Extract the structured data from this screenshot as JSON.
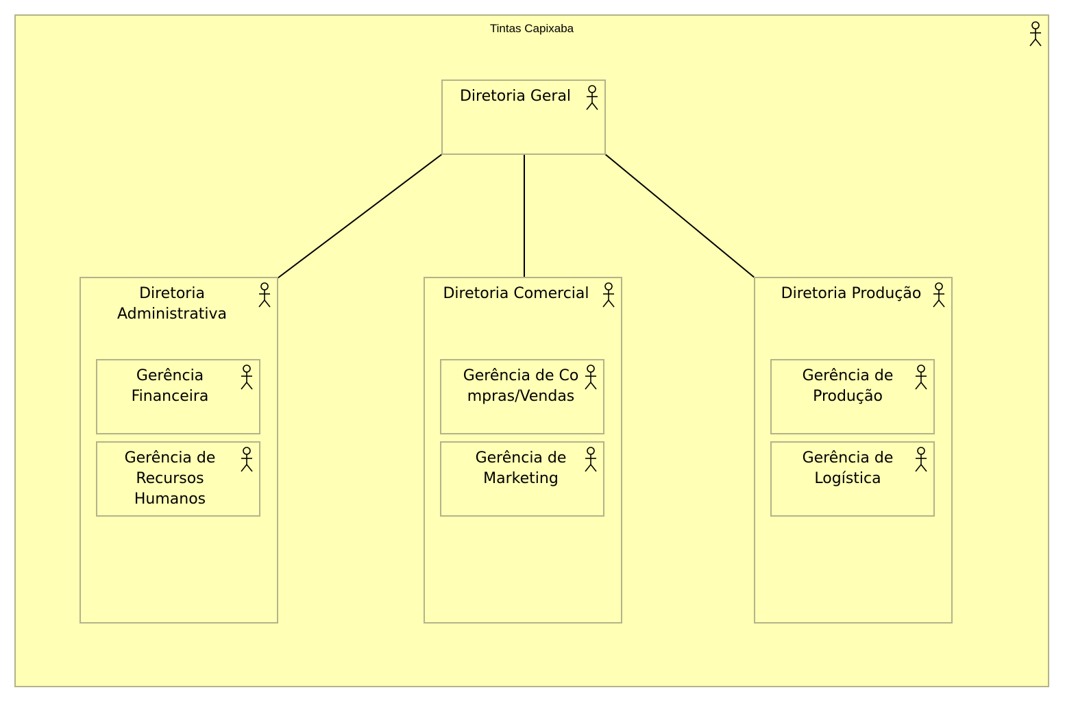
{
  "diagram": {
    "title": "Tintas Capixaba",
    "icon": "actor-icon",
    "colors": {
      "fill": "#ffffb5",
      "border": "#b3b38a",
      "line": "#000000"
    },
    "nodes": {
      "geral": {
        "label": "Diretoria Geral"
      },
      "administrativa": {
        "label": "Diretoria Administrativa"
      },
      "comercial": {
        "label": "Diretoria Comercial"
      },
      "producao": {
        "label": "Diretoria Produção"
      },
      "financeira": {
        "label": "Gerência Financeira"
      },
      "rh": {
        "label": "Gerência de Recursos Humanos"
      },
      "compras": {
        "label": "Gerência de Compras/Vendas"
      },
      "marketing": {
        "label": "Gerência de Marketing"
      },
      "producao_ger": {
        "label": "Gerência de Produção"
      },
      "logistica": {
        "label": "Gerência de Logística"
      }
    },
    "edges": [
      {
        "from": "Diretoria Geral",
        "to": "Diretoria Administrativa"
      },
      {
        "from": "Diretoria Geral",
        "to": "Diretoria Comercial"
      },
      {
        "from": "Diretoria Geral",
        "to": "Diretoria Produção"
      }
    ]
  }
}
